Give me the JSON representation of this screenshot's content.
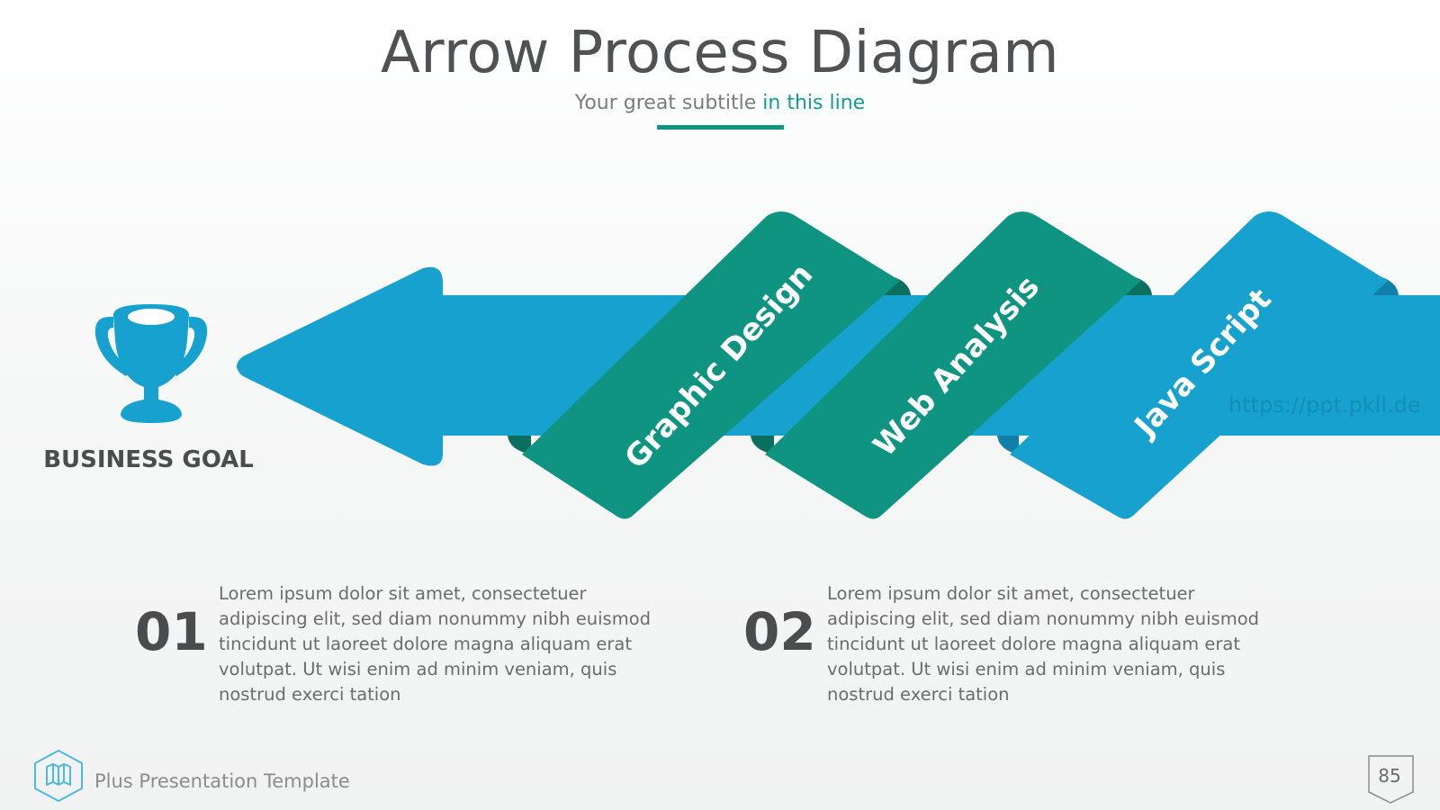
{
  "header": {
    "title": "Arrow Process Diagram",
    "subtitle_plain": "Your great subtitle ",
    "subtitle_accent": "in this line"
  },
  "goal": {
    "label": "BUSINESS GOAL",
    "icon": "trophy-icon"
  },
  "steps": [
    {
      "label": "Graphic Design",
      "color": "#0e9480"
    },
    {
      "label": "Web Analysis",
      "color": "#0e9480"
    },
    {
      "label": "Java Script",
      "color": "#17a1cf"
    }
  ],
  "items": [
    {
      "number": "01",
      "text": "Lorem ipsum dolor sit amet, consectetuer adipiscing elit, sed diam nonummy nibh euismod tincidunt ut laoreet dolore magna aliquam erat volutpat. Ut wisi enim ad minim veniam, quis nostrud exerci tation"
    },
    {
      "number": "02",
      "text": "Lorem ipsum dolor sit amet, consectetuer adipiscing elit, sed diam nonummy nibh euismod tincidunt ut laoreet dolore magna aliquam erat volutpat. Ut wisi enim ad minim veniam, quis nostrud exerci tation"
    }
  ],
  "footer": {
    "text": "Plus Presentation Template",
    "page": "85",
    "logo_icon": "map-icon"
  },
  "watermark": "https://ppt.pkll.de",
  "colors": {
    "arrow": "#17a1cf",
    "arrow_dark": "#117fa7",
    "ribbon_teal": "#0e9480",
    "ribbon_teal_dark": "#0a6f5f",
    "text_dark": "#4a4c4d",
    "accent": "#109f8c"
  }
}
